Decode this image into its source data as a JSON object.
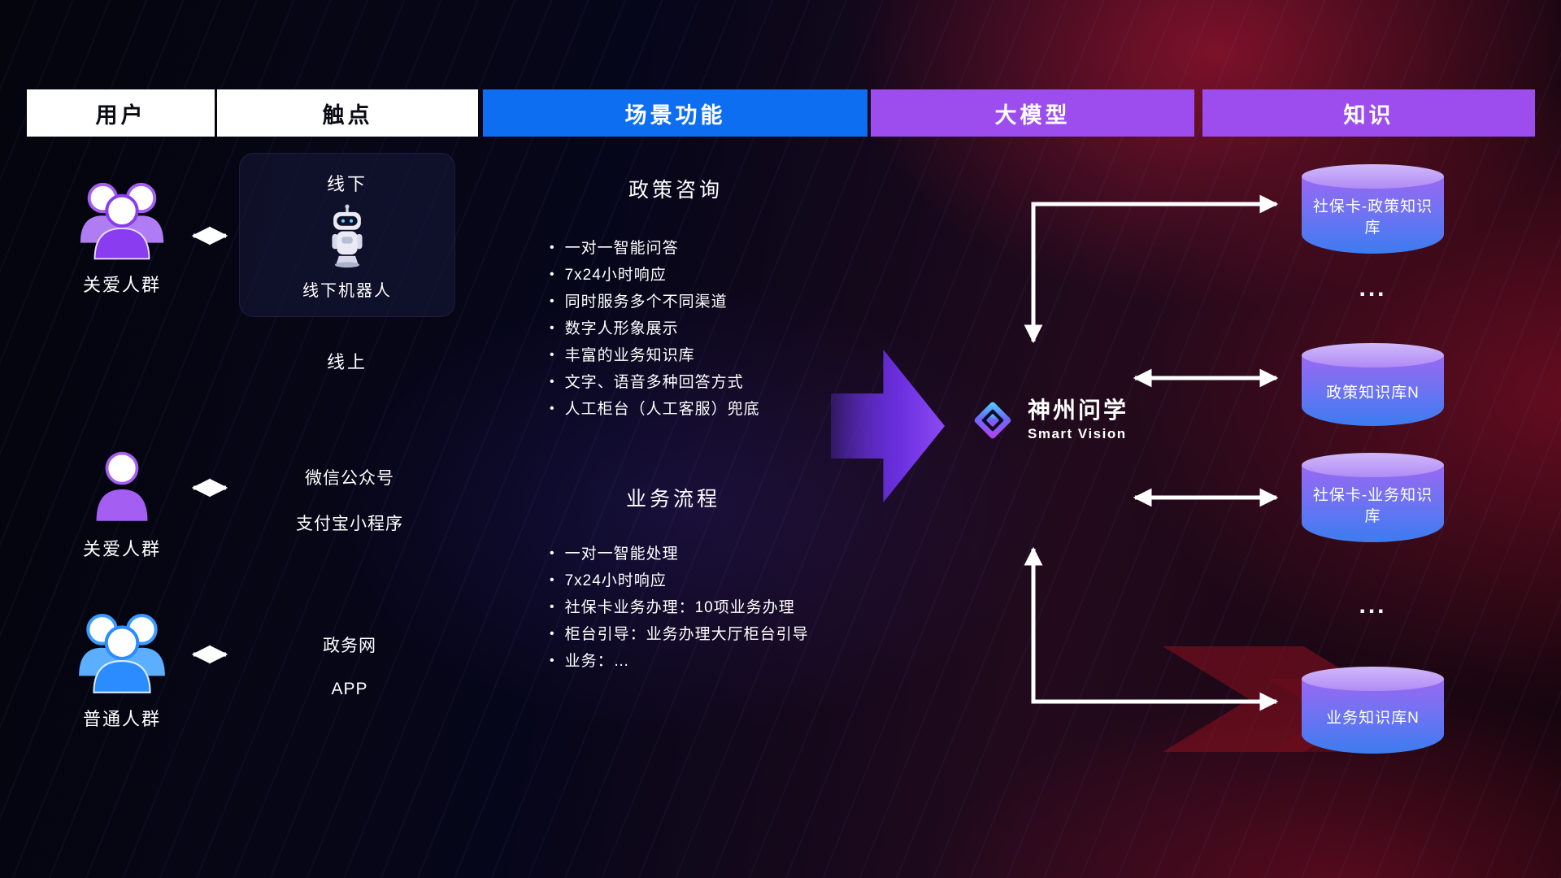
{
  "header": {
    "columns": [
      {
        "id": "users",
        "label": "用户"
      },
      {
        "id": "touchpoints",
        "label": "触点"
      },
      {
        "id": "scenarios",
        "label": "场景功能"
      },
      {
        "id": "model",
        "label": "大模型"
      },
      {
        "id": "knowledge",
        "label": "知识"
      }
    ]
  },
  "users": {
    "groups": [
      {
        "label": "关爱人群",
        "icon": "group-people-icon",
        "color": "#a45ef2"
      },
      {
        "label": "关爱人群",
        "icon": "single-person-icon",
        "color": "#a45ef2"
      },
      {
        "label": "普通人群",
        "icon": "group-people-icon",
        "color": "#3d9bff"
      }
    ]
  },
  "touchpoints": {
    "offline": {
      "title": "线下",
      "device_label": "线下机器人"
    },
    "online_title": "线上",
    "online_channels": [
      "微信公众号",
      "支付宝小程序",
      "政务网",
      "APP"
    ]
  },
  "scenarios": [
    {
      "title": "政策咨询",
      "items": [
        "一对一智能问答",
        "7x24小时响应",
        "同时服务多个不同渠道",
        "数字人形象展示",
        "丰富的业务知识库",
        "文字、语音多种回答方式",
        "人工柜台（人工客服）兜底"
      ]
    },
    {
      "title": "业务流程",
      "items": [
        "一对一智能处理",
        "7x24小时响应",
        "社保卡业务办理：10项业务办理",
        "柜台引导：业务办理大厅柜台引导",
        "业务：…"
      ]
    }
  ],
  "model": {
    "name": "神州问学",
    "subtitle": "Smart Vision"
  },
  "knowledge": {
    "items": [
      {
        "type": "db",
        "label": "社保卡-政策知识库"
      },
      {
        "type": "ellipsis",
        "label": "..."
      },
      {
        "type": "db",
        "label": "政策知识库N"
      },
      {
        "type": "db",
        "label": "社保卡-业务知识库"
      },
      {
        "type": "ellipsis",
        "label": "..."
      },
      {
        "type": "db",
        "label": "业务知识库N"
      }
    ]
  },
  "colors": {
    "header_blue": "#0e6ef2",
    "header_purple": "#9d4cee",
    "user_purple": "#a45ef2",
    "user_blue": "#3d9bff",
    "cylinder_top": "#b18bf6",
    "cylinder_body_top": "#9a68f3",
    "cylinder_body_bottom": "#3c7cf0",
    "big_arrow_purple": "#6b2fe0",
    "connector_white": "#ffffff"
  }
}
